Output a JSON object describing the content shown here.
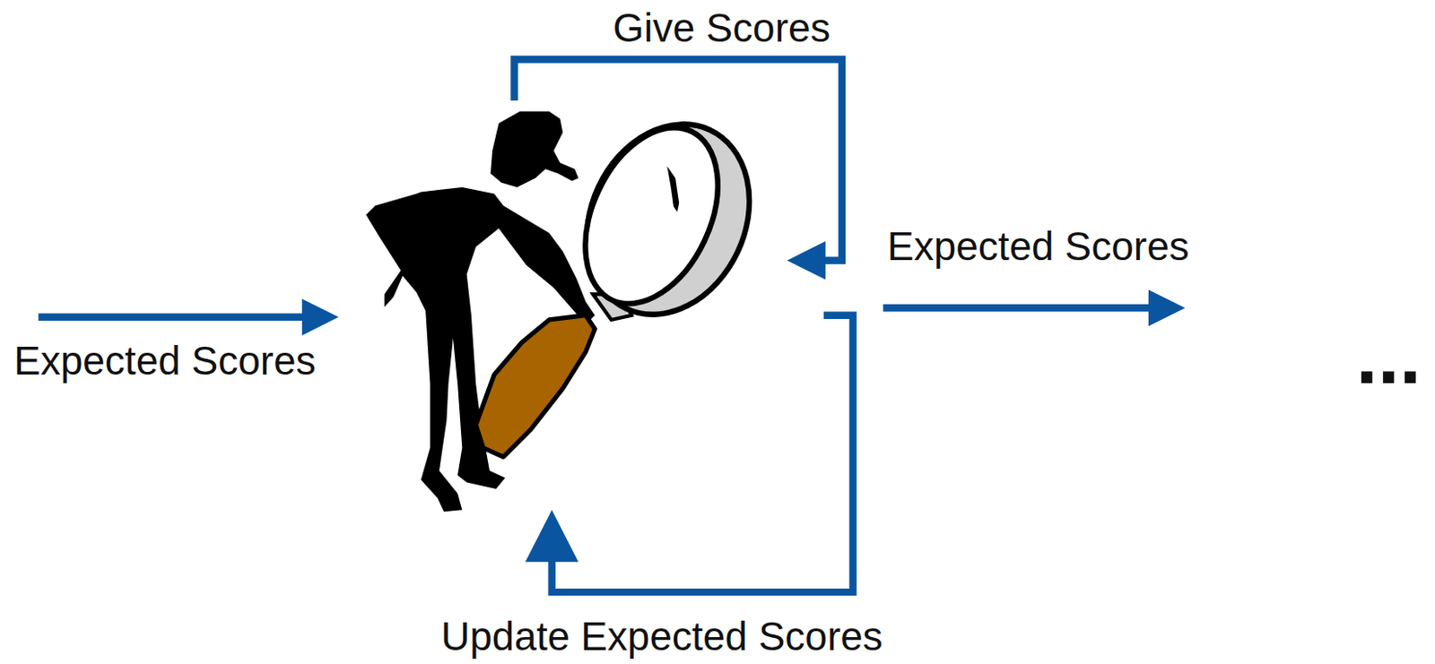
{
  "diagram": {
    "labels": [
      "Give Scores",
      "Expected Scores",
      "Expected Scores",
      "Update Expected Scores",
      "..."
    ]
  }
}
